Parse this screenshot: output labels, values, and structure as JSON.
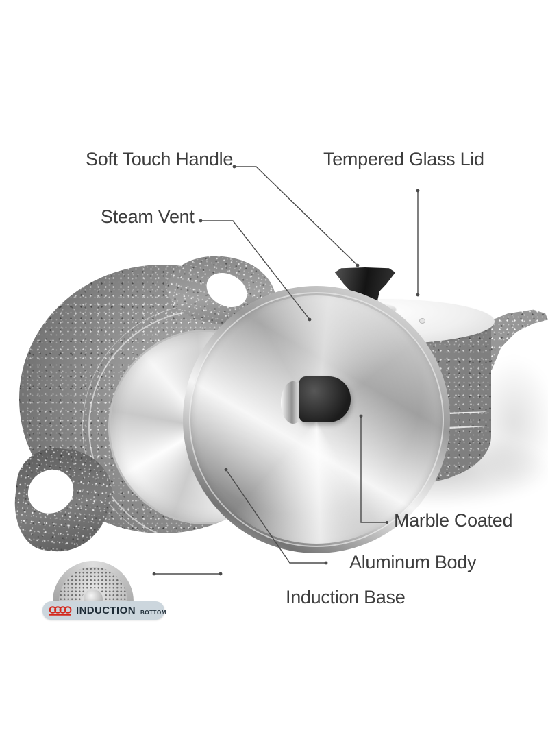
{
  "page": {
    "background": "#ffffff",
    "kind": "annotated cookware product image"
  },
  "callouts": {
    "soft_touch_handle": "Soft Touch Handle",
    "tempered_glass_lid": "Tempered Glass Lid",
    "steam_vent": "Steam Vent",
    "marble_coated": "Marble Coated",
    "aluminum_body": "Aluminum Body",
    "induction_base": "Induction Base"
  },
  "badge": {
    "label": "INDUCTION",
    "sub_label": "BOTTOM"
  },
  "icons": {
    "coil": "induction-coil-icon"
  },
  "colors": {
    "label_text": "#3d3d3d",
    "callout_line": "#4b4b4b",
    "badge_background": "#ccd6dd",
    "badge_text": "#1d2b36",
    "coil_red": "#d4271c",
    "pot_speckle_gray": "#979797",
    "knob_black": "#1c1c1c",
    "aluminum_silver": "#e9e9e9"
  }
}
